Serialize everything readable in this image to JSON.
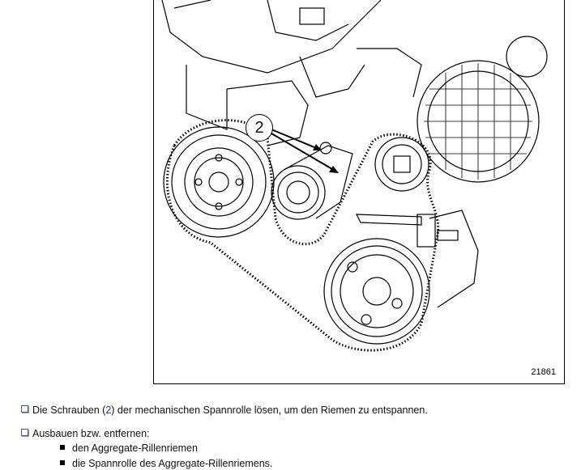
{
  "figure": {
    "callout_label": "2",
    "figure_number": "21861"
  },
  "steps": [
    {
      "before": "Die Schrauben (",
      "ref": "2",
      "after": ") der mechanischen Spannrolle lösen, um den Riemen zu entspannen."
    },
    {
      "text": "Ausbauen bzw. entfernen:",
      "items": [
        "den Aggregate-Rillenriemen",
        "die Spannrolle des Aggregate-Rillenriemens."
      ]
    }
  ],
  "colors": {
    "accent_ref": "#1f3fa0",
    "checkbox": "#4a5c8a"
  }
}
